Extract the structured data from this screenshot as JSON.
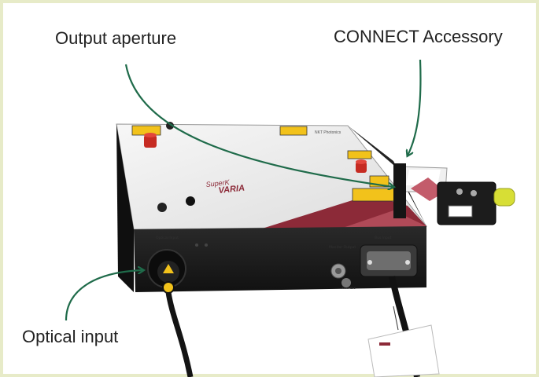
{
  "labels": {
    "output_aperture": "Output aperture",
    "connect_accessory": "CONNECT Accessory",
    "optical_input": "Optical input"
  },
  "device": {
    "brand_line1": "SuperK",
    "brand_line2": "VARIA",
    "maker": "NKT Photonics",
    "port_optical_input": "Optical Input",
    "port_monitor_output": "Monitor Output",
    "port_bus_input": "Bus Input",
    "port_address": "Address"
  },
  "colors": {
    "frame_border": "#e7ebc8",
    "arrow": "#1f6b4a",
    "top_panel": "#eeeeee",
    "accent_red": "#8c2a38",
    "warning_yellow": "#f2c21b",
    "body": "#1c1c1c"
  }
}
